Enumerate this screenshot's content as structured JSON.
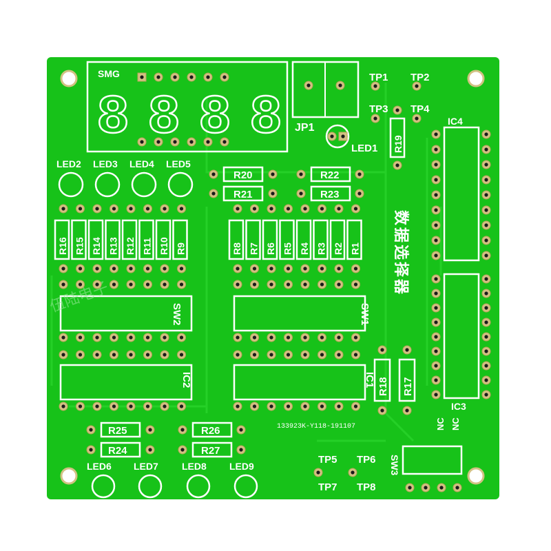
{
  "board": {
    "display_label": "SMG",
    "display_digits": "8888",
    "jumper_label": "JP1",
    "led1_label": "LED1",
    "top_leds": [
      "LED2",
      "LED3",
      "LED4",
      "LED5"
    ],
    "bottom_leds": [
      "LED6",
      "LED7",
      "LED8",
      "LED9"
    ],
    "resistor_bank_left": [
      "R16",
      "R15",
      "R14",
      "R13",
      "R12",
      "R11",
      "R10",
      "R9"
    ],
    "resistor_bank_right": [
      "R8",
      "R7",
      "R6",
      "R5",
      "R4",
      "R3",
      "R2",
      "R1"
    ],
    "resistors_top": [
      "R20",
      "R21",
      "R22",
      "R23"
    ],
    "resistors_bottom": [
      "R25",
      "R24",
      "R26",
      "R27"
    ],
    "resistor_r19": "R19",
    "resistor_r18": "R18",
    "resistor_r17": "R17",
    "switch_labels": [
      "SW2",
      "SW1",
      "SW3"
    ],
    "ic_labels": [
      "IC2",
      "IC1",
      "IC4",
      "IC3"
    ],
    "test_points": [
      "TP1",
      "TP2",
      "TP3",
      "TP4",
      "TP5",
      "TP6",
      "TP7",
      "TP8"
    ],
    "nc_labels": [
      "NC",
      "NC"
    ],
    "title_cn": "数据选择器",
    "part_number": "133923K-Y118-191107",
    "watermark": "伍陆电子"
  },
  "colors": {
    "board_green": "#17c219",
    "trace_green": "#1fd321",
    "silkscreen": "#ffffff",
    "pad_gold": "#d9c27a",
    "hole": "#1a1a1a"
  }
}
